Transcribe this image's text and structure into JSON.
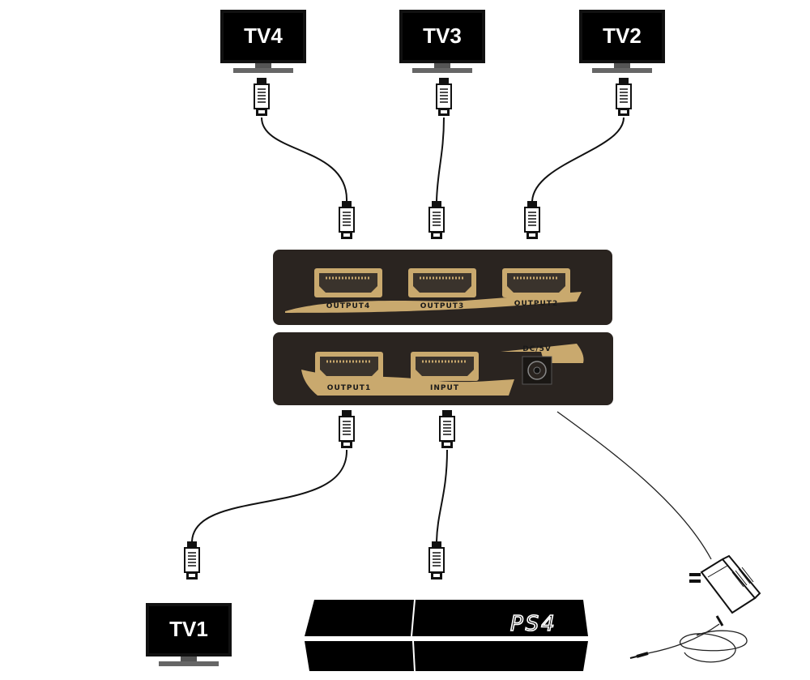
{
  "tvs": {
    "tv1": "TV1",
    "tv2": "TV2",
    "tv3": "TV3",
    "tv4": "TV4"
  },
  "splitter": {
    "top_ports": [
      "OUTPUT4",
      "OUTPUT3",
      "OUTPUT2"
    ],
    "bottom_ports": [
      "OUTPUT1",
      "INPUT"
    ],
    "power_label": "DC/5V"
  },
  "console": {
    "label": "PS4"
  },
  "colors": {
    "device": "#2a2420",
    "gold": "#c9a96e",
    "port": "#3a332c",
    "cable": "#111111"
  },
  "icons": [
    "tv-icon",
    "hdmi-plug-icon",
    "power-adapter-icon",
    "ps4-console-icon"
  ]
}
